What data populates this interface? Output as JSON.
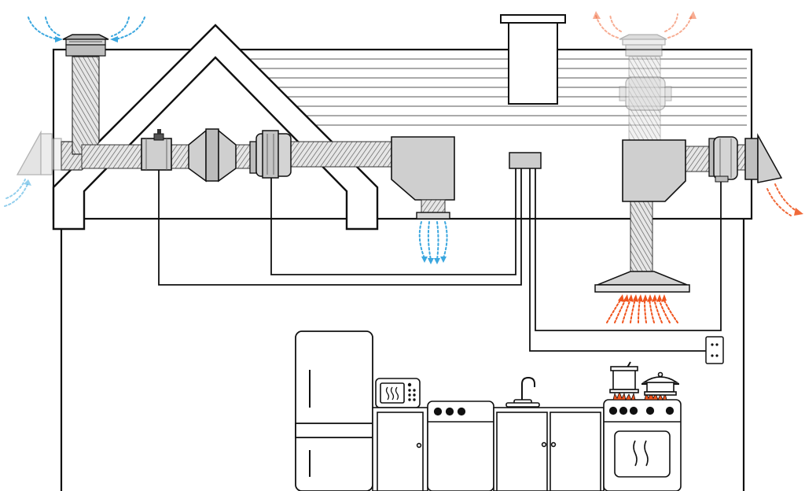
{
  "colors": {
    "outline": "#111111",
    "metal": "#d0d0d0",
    "metal_dark": "#8c8c8c",
    "metal_light": "#eeeeee",
    "fresh_air": "#3ba7df",
    "exhaust_air": "#f06a3a",
    "flame": "#f0541e",
    "background": "#ffffff"
  },
  "icons": {
    "fresh_air": "dotted-blue-arrow-icon",
    "exhaust_air": "dotted-orange-arrow-icon",
    "heat": "dotted-red-heat-arrow-icon"
  },
  "components": [
    "house-outline",
    "roof-gable",
    "fresh-air-roof-cap",
    "exhaust-roof-cap",
    "wall-intake-hood",
    "wall-exhaust-hood",
    "damper",
    "inline-fan",
    "air-filter",
    "supply-plenum",
    "control-box",
    "range-hood",
    "exhaust-inline-fan",
    "wall-outlet",
    "refrigerator",
    "microwave",
    "dishwasher",
    "sink-faucet",
    "kitchen-cabinets",
    "stove"
  ]
}
